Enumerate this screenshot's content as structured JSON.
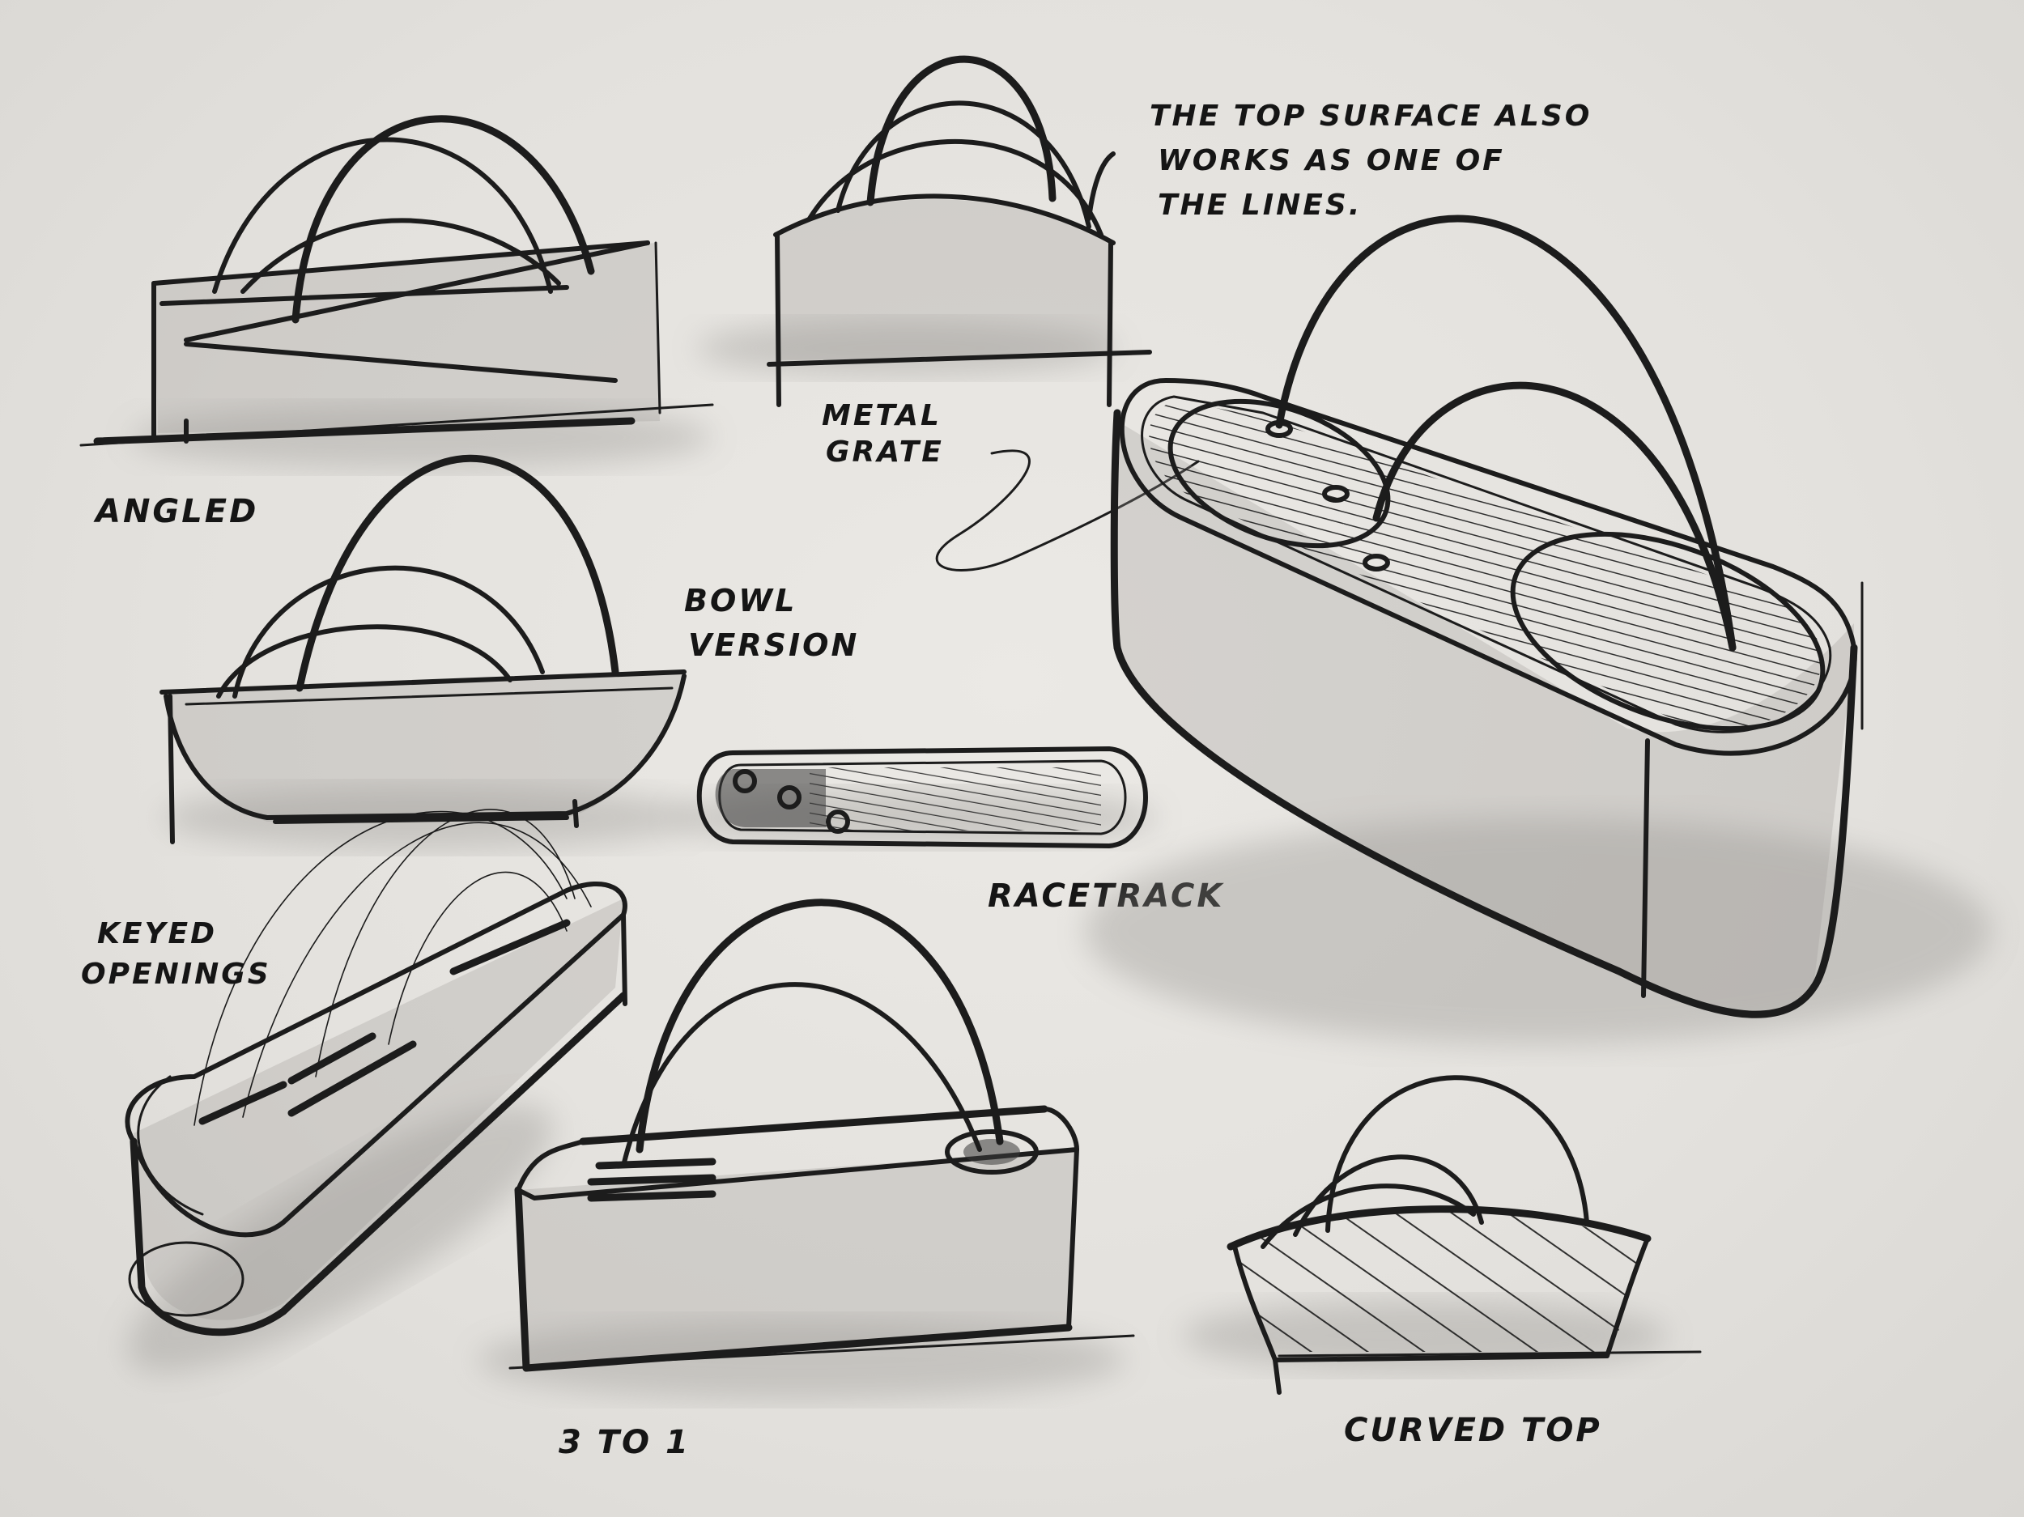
{
  "notes": {
    "top_surface": [
      "THE TOP SURFACE ALSO",
      "WORKS AS ONE OF",
      "THE LINES."
    ],
    "metal_grate": [
      "METAL",
      "GRATE"
    ],
    "angled": "ANGLED",
    "bowl_version": [
      "BOWL",
      "VERSION"
    ],
    "racetrack": "RACETRACK",
    "keyed_openings": [
      "KEYED",
      "OPENINGS"
    ],
    "three_to_one": "3 TO 1",
    "curved_top": "CURVED TOP"
  },
  "colors": {
    "ink": "#1c1c1c",
    "paper": "#e6e4e0"
  }
}
